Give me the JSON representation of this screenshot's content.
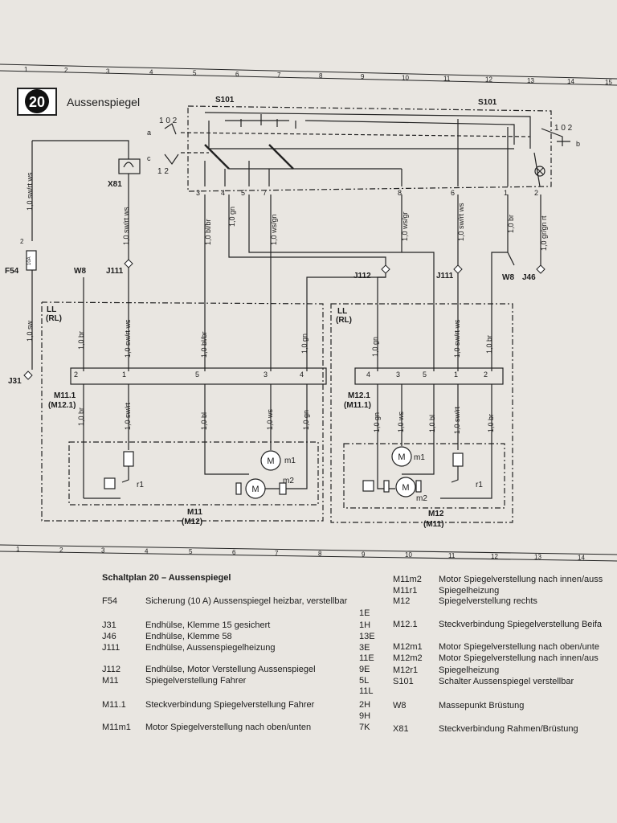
{
  "header": {
    "page_number": "20",
    "title": "Aussenspiegel",
    "grid_top": [
      "1",
      "2",
      "3",
      "4",
      "5",
      "6",
      "7",
      "8",
      "9",
      "10",
      "11",
      "12",
      "13",
      "14",
      "15"
    ],
    "grid_bottom": [
      "1",
      "2",
      "3",
      "4",
      "5",
      "6",
      "7",
      "8",
      "9",
      "10",
      "11",
      "12",
      "13",
      "14"
    ]
  },
  "diagram": {
    "switch_left_label": "S101",
    "switch_right_label": "S101",
    "switch_left_pos": "1 0 2",
    "switch_left_a": "a",
    "switch_left_c": "c",
    "switch_left_pos2": "1  2",
    "switch_right_pos": "1 0 2",
    "switch_right_b": "b",
    "pin3": "3",
    "pin4": "4",
    "pin5": "5",
    "pin7": "7",
    "pin8": "8",
    "pin6": "6",
    "pin1": "1",
    "pin2": "2",
    "x81": "X81",
    "f54": "F54",
    "f54_rating": "10A",
    "f54_pin": "2",
    "w8_left": "W8",
    "j111_left": "J111",
    "j112": "J112",
    "j111_right": "J111",
    "w8_right": "W8",
    "j46": "J46",
    "j31": "J31",
    "ll_left": "LL",
    "rl_left": "(RL)",
    "ll_right": "LL",
    "rl_right": "(RL)",
    "m11_1": "M11.1",
    "m12_1_sub": "(M12.1)",
    "m12_1": "M12.1",
    "m11_1_sub": "(M11.1)",
    "m11": "M11",
    "m12_sub": "(M12)",
    "m12": "M12",
    "m11_sub": "(M11)",
    "m1": "m1",
    "m2": "m2",
    "r1": "r1",
    "motor_m": "M",
    "w_sw_rt_ws": "1,0 sw/rt ws",
    "w_sw": "1,0 sw",
    "w_bl_br": "1,0 bl/br",
    "w_gn": "1,0 gn",
    "w_ws_gn": "1,0 ws/gn",
    "w_ws_gr": "1,0 ws/gr",
    "w_br": "1,0 br",
    "w_gr_gn_rt": "1,0 gr/gn rt",
    "w_bl": "1,0 bl",
    "w_ws": "1,0 ws",
    "w_sw_rt": "1,0 sw/rt"
  },
  "legend": {
    "title": "Schaltplan 20 – Aussenspiegel",
    "left": [
      {
        "code": "F54",
        "desc": "Sicherung (10 A) Aussenspiegel heizbar, verstellbar",
        "ref": ""
      },
      {
        "code": "",
        "desc": "",
        "ref": "1E"
      },
      {
        "code": "J31",
        "desc": "Endhülse, Klemme 15 gesichert",
        "ref": "1H"
      },
      {
        "code": "J46",
        "desc": "Endhülse, Klemme 58",
        "ref": "13E"
      },
      {
        "code": "J111",
        "desc": "Endhülse, Aussenspiegelheizung",
        "ref": "3E"
      },
      {
        "code": "",
        "desc": "",
        "ref": "11E"
      },
      {
        "code": "J112",
        "desc": "Endhülse, Motor Verstellung Aussenspiegel",
        "ref": "9E"
      },
      {
        "code": "M11",
        "desc": "Spiegelverstellung Fahrer",
        "ref": "5L"
      },
      {
        "code": "",
        "desc": "",
        "ref": "11L"
      },
      {
        "code": "M11.1",
        "desc": "Steckverbindung Spiegelverstellung Fahrer",
        "ref": "2H"
      },
      {
        "code": "",
        "desc": "",
        "ref": "9H"
      },
      {
        "code": "M11m1",
        "desc": "Motor Spiegelverstellung nach oben/unten",
        "ref": "7K"
      }
    ],
    "right": [
      {
        "code": "M11m2",
        "desc": "Motor Spiegelverstellung nach innen/auss"
      },
      {
        "code": "M11r1",
        "desc": "Spiegelheizung"
      },
      {
        "code": "M12",
        "desc": "Spiegelverstellung rechts"
      },
      {
        "code": "M12.1",
        "desc": "Steckverbindung Spiegelverstellung Beifa"
      },
      {
        "code": "M12m1",
        "desc": "Motor Spiegelverstellung nach oben/unte"
      },
      {
        "code": "M12m2",
        "desc": "Motor Spiegelverstellung nach innen/aus"
      },
      {
        "code": "M12r1",
        "desc": "Spiegelheizung"
      },
      {
        "code": "S101",
        "desc": "Schalter Aussenspiegel verstellbar"
      },
      {
        "code": "W8",
        "desc": "Massepunkt Brüstung"
      },
      {
        "code": "X81",
        "desc": "Steckverbindung Rahmen/Brüstung"
      }
    ]
  }
}
